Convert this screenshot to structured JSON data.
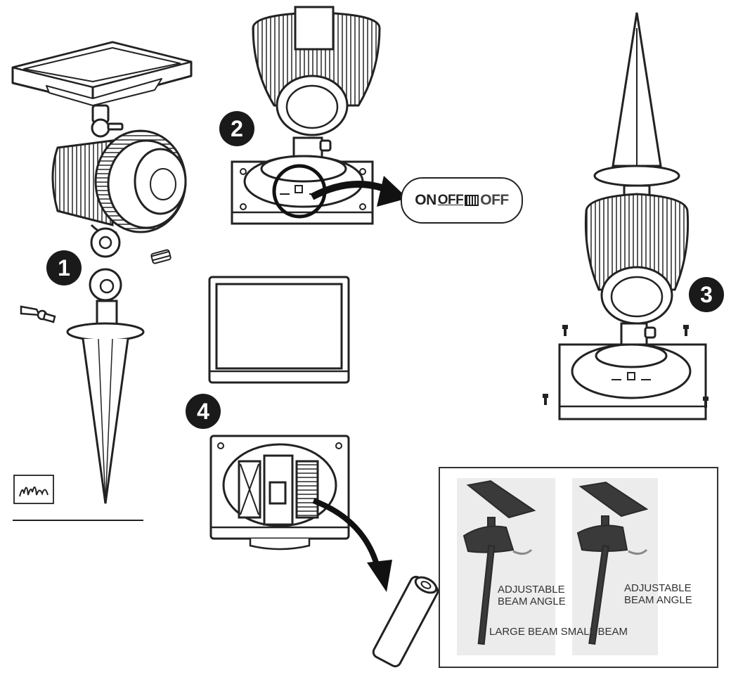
{
  "steps": {
    "step1": "1",
    "step2": "2",
    "step3": "3",
    "step4": "4"
  },
  "switch": {
    "on": "ON",
    "middle": "OFF",
    "off": "OFF"
  },
  "beam_panel": {
    "left_label_line1": "ADJUSTABLE",
    "left_label_line2": "BEAM ANGLE",
    "right_label_line1": "ADJUSTABLE",
    "right_label_line2": "BEAM ANGLE",
    "bottom_caption": "LARGE BEAM SMALL BEAM"
  },
  "icons": [
    "grass-icon",
    "spotlight-icon",
    "stake-icon",
    "screw-icon",
    "wing-nut-icon",
    "battery-icon",
    "arrow-icon"
  ],
  "colors": {
    "line": "#222222",
    "badge": "#1a1a1a",
    "photo_gray": "#ececec",
    "device_dark": "#3a3a3a"
  }
}
